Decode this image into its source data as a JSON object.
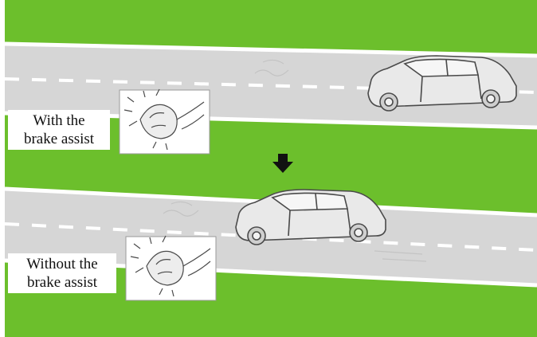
{
  "captions": {
    "with_assist": [
      "With the",
      "brake assist"
    ],
    "without_assist": [
      "Without the",
      "brake assist"
    ]
  },
  "colors": {
    "grass": "#6cbf2c",
    "road": "#d6d6d6",
    "road_edge": "#ffffff",
    "lane_dash": "#ffffff",
    "sketch": "#4a4a4a",
    "arrow": "#111111"
  },
  "icons": {
    "top_car": "car-icon",
    "bottom_car": "car-icon",
    "top_brake_pedal": "brake-pedal-icon",
    "bottom_brake_pedal": "brake-pedal-icon",
    "arrow": "arrow-down-icon"
  }
}
